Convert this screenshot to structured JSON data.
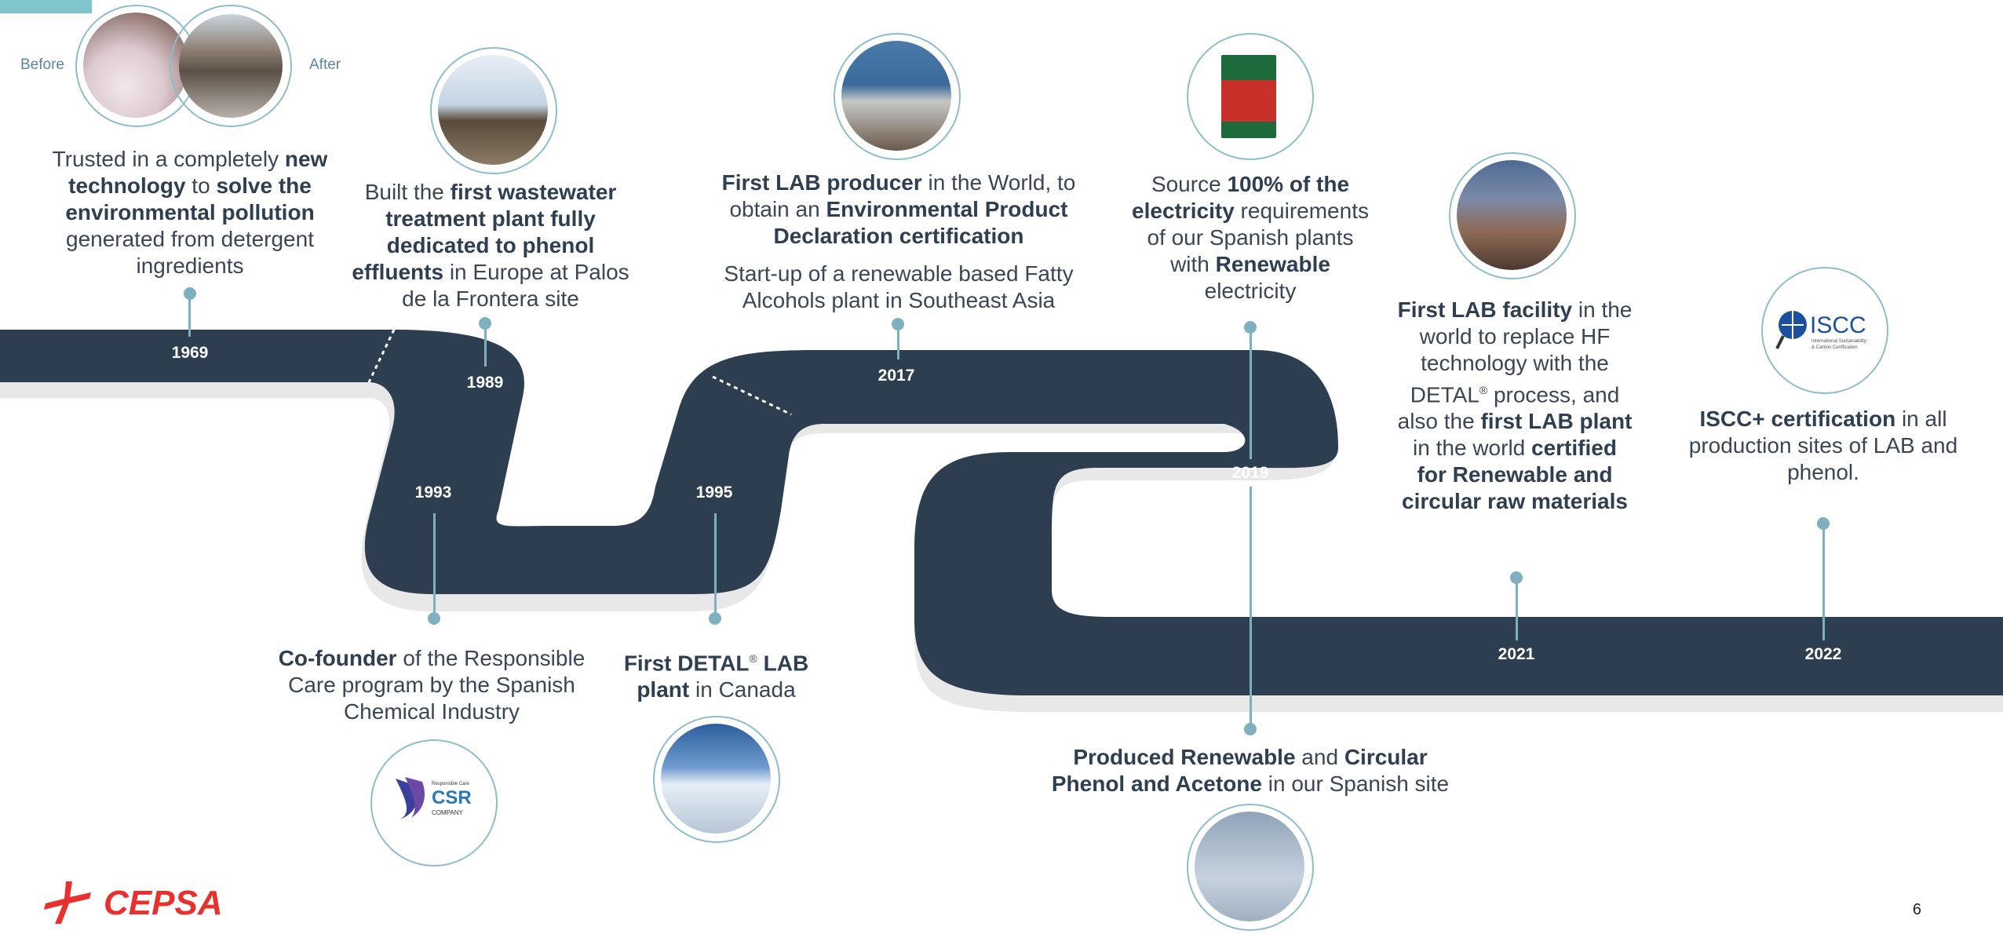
{
  "colors": {
    "road": "#2c3e50",
    "road_shadow": "#e5e5e5",
    "accent": "#7fb0c0",
    "brand_red": "#e8312f"
  },
  "years": [
    "1969",
    "1989",
    "1993",
    "1995",
    "2017",
    "2019",
    "2021",
    "2022"
  ],
  "before_label": "Before",
  "after_label": "After",
  "milestones": {
    "m1969": {
      "t1": "Trusted in a completely",
      "b1": "new technology",
      "t2": " to ",
      "b2": "solve the environmental pollution",
      "t3": " generated from detergent ingredients"
    },
    "m1989": {
      "t1": "Built the ",
      "b1": "first wastewater treatment plant fully dedicated to phenol effluents",
      "t2": " in Europe at Palos de la Frontera site"
    },
    "m1993": {
      "b1": "Co-founder",
      "t1": " of the Responsible Care program by the Spanish Chemical Industry"
    },
    "m1995": {
      "b1": "First DETAL",
      "sup": "®",
      "b2": " LAB plant",
      "t1": " in Canada"
    },
    "m2017a": {
      "b1": "First LAB producer",
      "t1": " in the World, to obtain an ",
      "b2": "Environmental Product Declaration certification"
    },
    "m2017b": {
      "t1": "Start-up of a renewable based Fatty Alcohols plant in Southeast Asia"
    },
    "m2019a": {
      "t1": "Source ",
      "b1": "100% of the electricity",
      "t2": " requirements of our Spanish plants with ",
      "b2": "Renewable",
      "t3": " electricity"
    },
    "m2019b": {
      "b1": "Produced Renewable",
      "t1": " and ",
      "b2": "Circular Phenol and Acetone",
      "t2": " in our Spanish site"
    },
    "m2021": {
      "b1": "First LAB facility",
      "t1": " in the world to replace HF technology with the DETAL",
      "sup": "®",
      "t2": " process, and also the ",
      "b2": "first LAB plant",
      "t3": " in the world ",
      "b3": "certified for Renewable and circular raw materials"
    },
    "m2022": {
      "b1": "ISCC+ certification",
      "t1": " in all production sites of LAB and phenol."
    }
  },
  "logos": {
    "csr": "Responsible Care CSR COMPANY",
    "iscc": "ISCC International Sustainability & Carbon Certification",
    "cepsa": "CEPSA"
  },
  "icons": [
    "photo-before",
    "photo-after",
    "photo-wastewater",
    "photo-port",
    "photo-certificate",
    "photo-city",
    "photo-plant",
    "photo-windturbines",
    "csr-logo",
    "iscc-logo",
    "cepsa-logo"
  ],
  "page_number": "6"
}
